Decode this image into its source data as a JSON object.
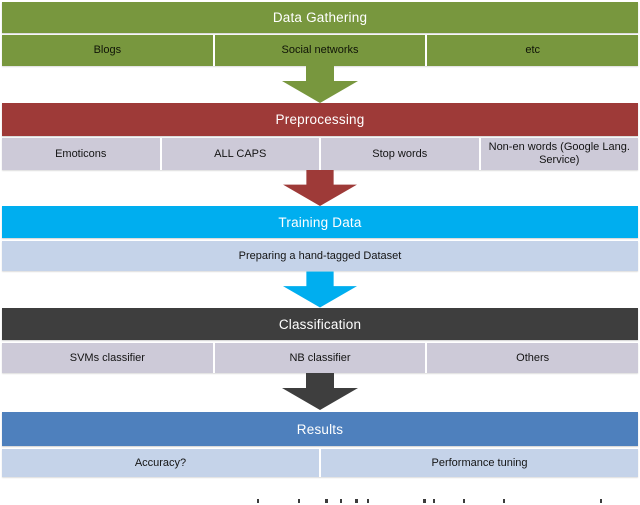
{
  "stages": [
    {
      "id": "data-gathering",
      "title": "Data Gathering",
      "items": [
        "Blogs",
        "Social networks",
        "etc"
      ],
      "header_color": "#78973e",
      "row_color": "#78973e",
      "arrow_color": "#78973e"
    },
    {
      "id": "preprocessing",
      "title": "Preprocessing",
      "items": [
        "Emoticons",
        "ALL CAPS",
        "Stop words",
        "Non-en words (Google Lang. Service)"
      ],
      "header_color": "#9e3a38",
      "row_color": "#cdcad8",
      "arrow_color": "#9e3a38"
    },
    {
      "id": "training-data",
      "title": "Training Data",
      "items": [
        "Preparing a hand-tagged Dataset"
      ],
      "header_color": "#00aeef",
      "row_color": "#c5d3e9",
      "arrow_color": "#00aeef"
    },
    {
      "id": "classification",
      "title": "Classification",
      "items": [
        "SVMs classifier",
        "NB classifier",
        "Others"
      ],
      "header_color": "#3e3e3e",
      "row_color": "#cdcad8",
      "arrow_color": "#3e3e3e"
    },
    {
      "id": "results",
      "title": "Results",
      "items": [
        "Accuracy?",
        "Performance tuning"
      ],
      "header_color": "#4e80bd",
      "row_color": "#c5d3e9",
      "arrow_color": null
    }
  ]
}
